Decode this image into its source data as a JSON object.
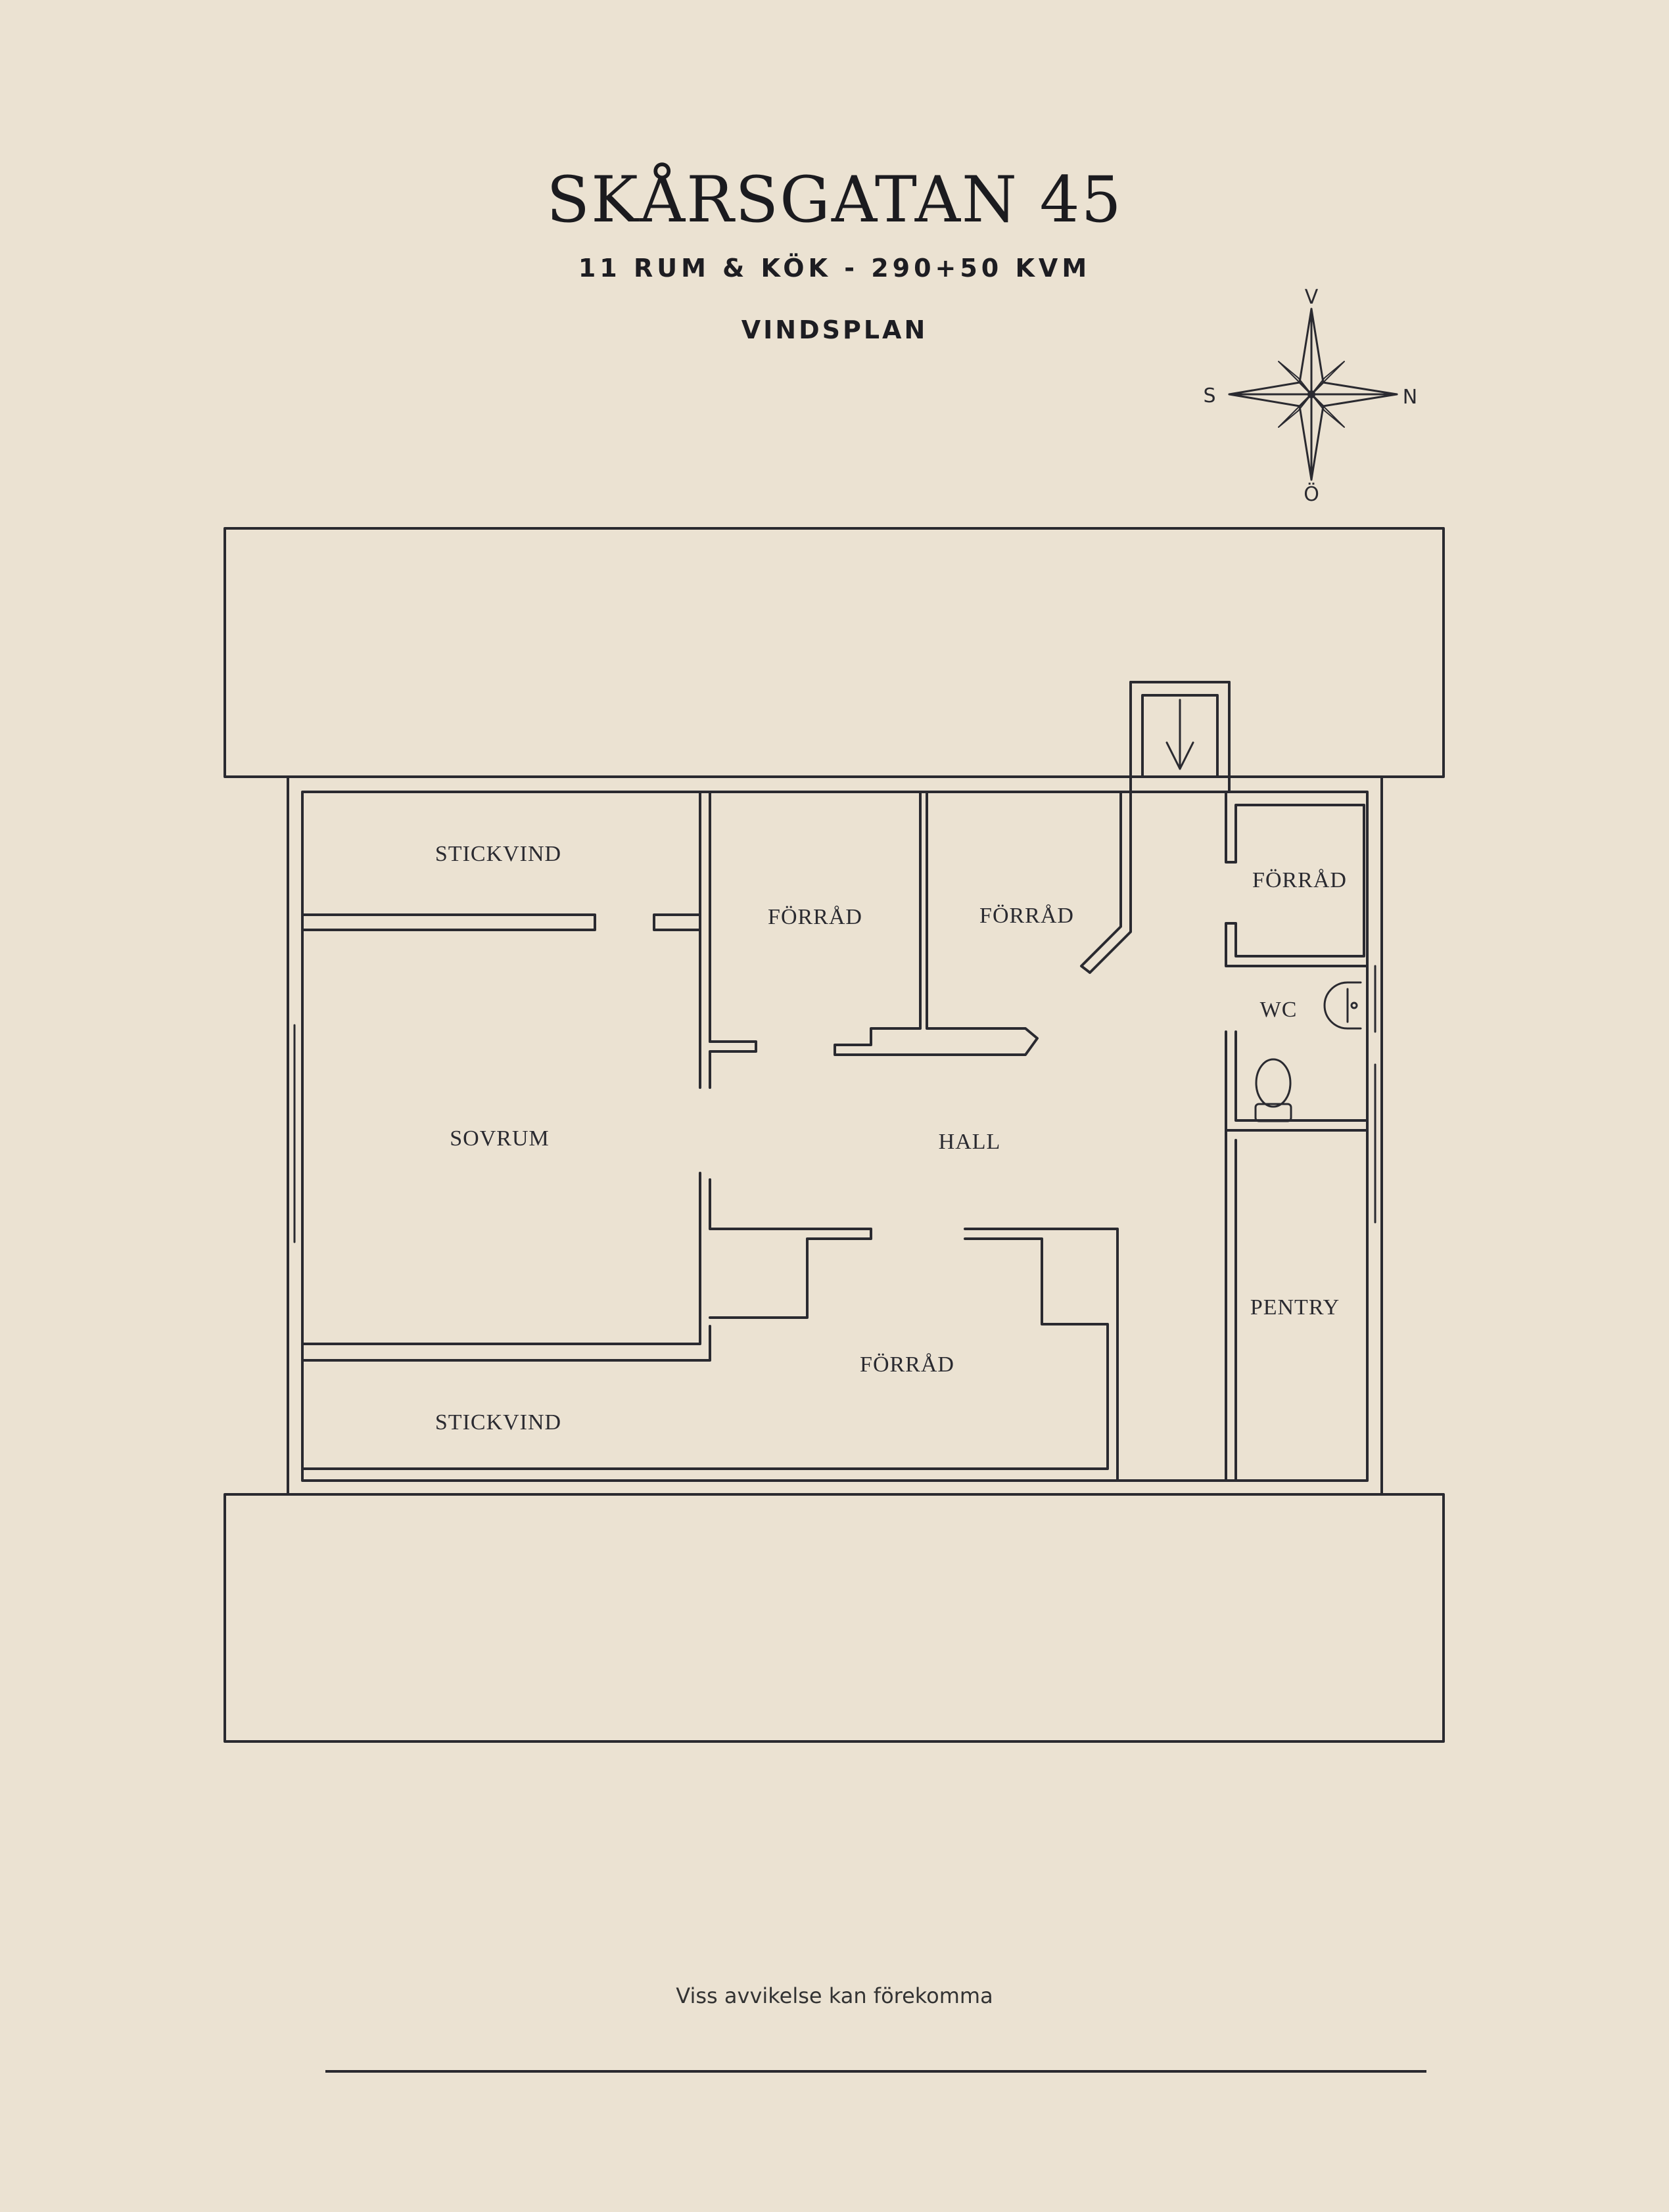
{
  "header": {
    "title": "SKÅRSGATAN 45",
    "subtitle": "11 RUM & KÖK  -  290+50 KVM",
    "plan_name": "VINDSPLAN"
  },
  "compass": {
    "north": "N",
    "south": "S",
    "west": "V",
    "east": "Ö"
  },
  "rooms": {
    "stickvind_top": "STICKVIND",
    "forrad_1": "FÖRRÅD",
    "forrad_2": "FÖRRÅD",
    "forrad_3": "FÖRRÅD",
    "wc": "WC",
    "sovrum": "SOVRUM",
    "hall": "HALL",
    "pentry": "PENTRY",
    "forrad_bottom": "FÖRRÅD",
    "stickvind_bottom": "STICKVIND"
  },
  "footer": {
    "disclaimer": "Viss avvikelse kan förekomma"
  },
  "colors": {
    "background": "#ebe2d2",
    "ink": "#2a2a30"
  }
}
